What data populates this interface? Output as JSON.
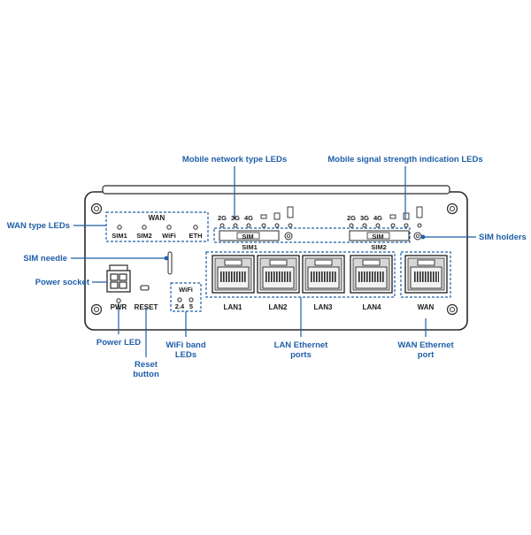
{
  "callouts": {
    "mobile_type_leds": "Mobile network type LEDs",
    "mobile_signal_leds": "Mobile signal strength indication LEDs",
    "wan_type_leds": "WAN type LEDs",
    "sim_holders": "SIM holders",
    "sim_needle": "SIM needle",
    "power_socket": "Power socket",
    "power_led": "Power LED",
    "reset_button_l1": "Reset",
    "reset_button_l2": "button",
    "wifi_band_leds_l1": "WiFi band",
    "wifi_band_leds_l2": "LEDs",
    "lan_ports_l1": "LAN Ethernet",
    "lan_ports_l2": "ports",
    "wan_port_l1": "WAN Ethernet",
    "wan_port_l2": "port"
  },
  "panel": {
    "wan_group_title": "WAN",
    "wan_leds": [
      "SIM1",
      "SIM2",
      "WiFi",
      "ETH"
    ],
    "sim1_types": [
      "2G",
      "3G",
      "4G"
    ],
    "sim2_types": [
      "2G",
      "3G",
      "4G"
    ],
    "sim_slot_label": "SIM",
    "sim1_label": "SIM1",
    "sim2_label": "SIM2",
    "wifi_title": "WiFi",
    "wifi_bands": [
      "2.4",
      "5"
    ],
    "pwr_label": "PWR",
    "reset_label": "RESET",
    "lan_ports": [
      "LAN1",
      "LAN2",
      "LAN3",
      "LAN4"
    ],
    "wan_port": "WAN"
  },
  "colors": {
    "callout": "#1f5fa8",
    "outline": "#2a2a2a",
    "port_fill": "#d7d7d7"
  }
}
